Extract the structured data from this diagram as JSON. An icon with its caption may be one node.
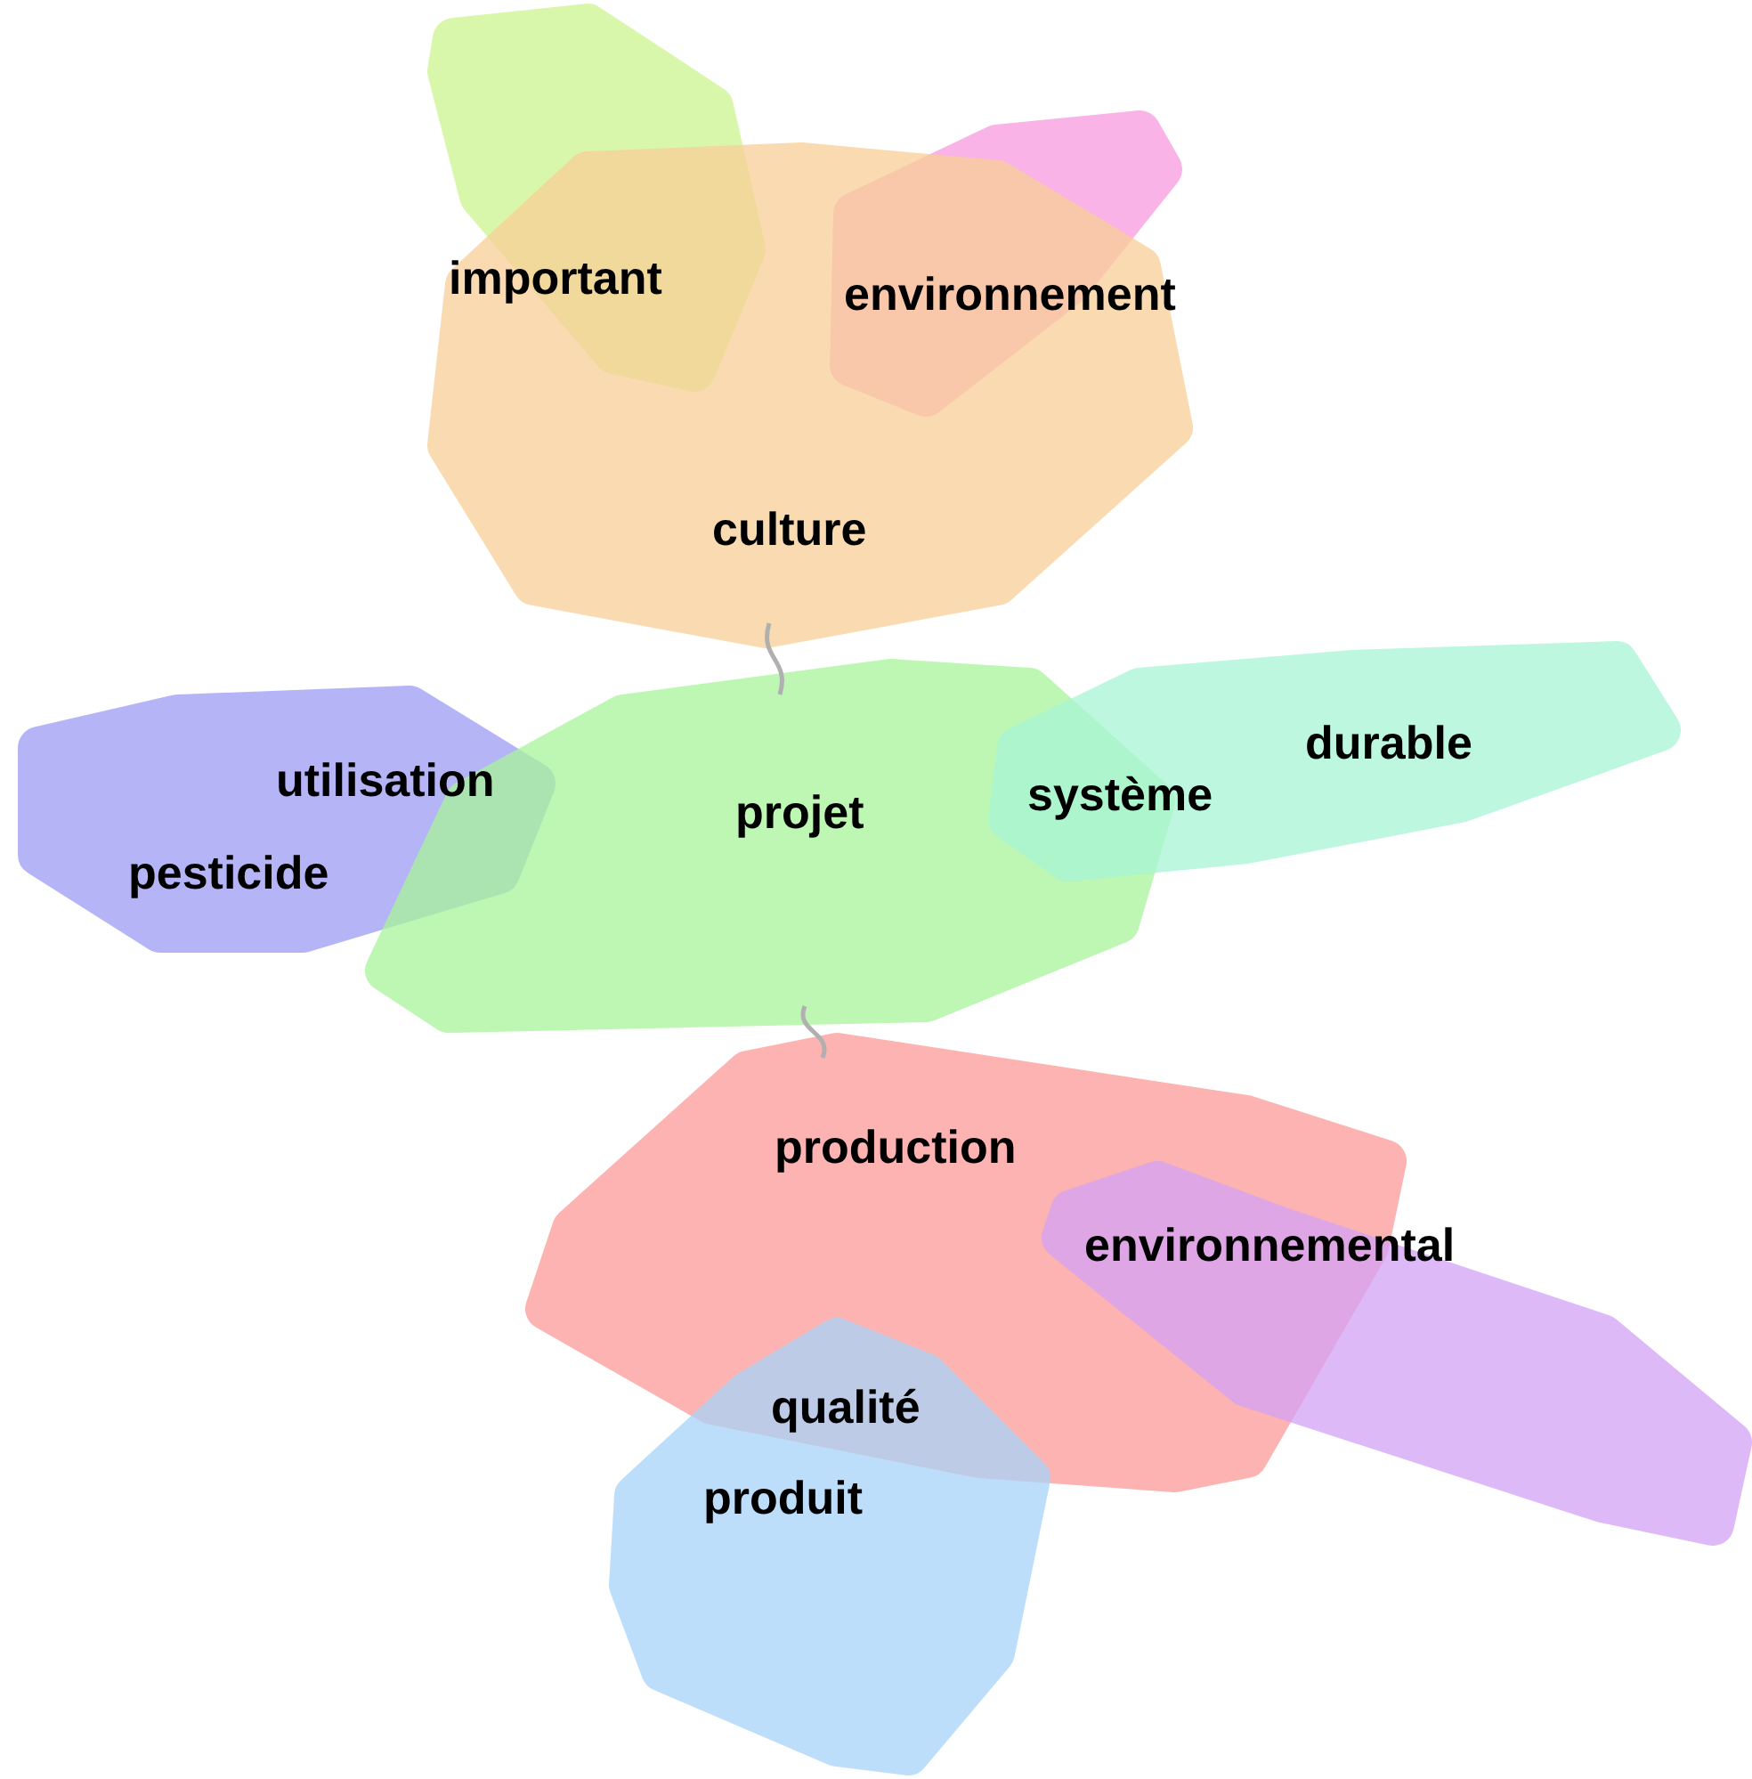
{
  "diagram": {
    "nodes": [
      {
        "text": [
          "important"
        ]
      },
      {
        "text": [
          "environnement"
        ]
      },
      {
        "text": [
          "culture"
        ]
      },
      {
        "text": [
          "utilisation",
          "pesticide"
        ]
      },
      {
        "text": [
          "projet"
        ]
      },
      {
        "text": [
          "système",
          "durable"
        ]
      },
      {
        "text": [
          "production"
        ]
      },
      {
        "text": [
          "environnemental"
        ]
      },
      {
        "text": [
          "qualité",
          "produit"
        ]
      }
    ],
    "edges": [
      {
        "from": 2,
        "to": 4,
        "arrow": "none"
      },
      {
        "from": 4,
        "to": 6,
        "arrow": "none"
      }
    ]
  }
}
